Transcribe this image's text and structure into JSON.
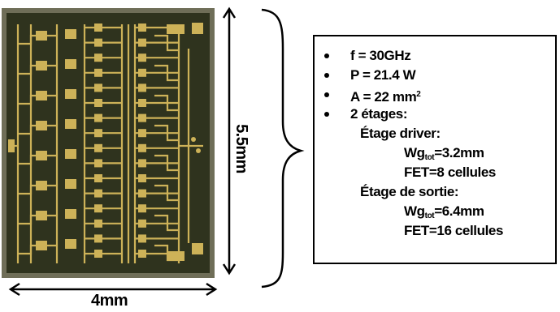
{
  "figure": {
    "width_dimension_label": "4mm",
    "height_dimension_label": "5.5mm"
  },
  "specs": {
    "bullets": [
      {
        "text": "f = 30GHz"
      },
      {
        "text": "P = 21.4 W"
      },
      {
        "text_prefix": "A = 22 mm",
        "superscript": "2"
      },
      {
        "text": "2 étages:"
      }
    ],
    "stages": [
      {
        "title": "Étage driver:",
        "wg_prefix": "Wg",
        "wg_subscript": "tot",
        "wg_value": "=3.2mm",
        "fet": "FET=8 cellules"
      },
      {
        "title": "Étage de sortie:",
        "wg_prefix": "Wg",
        "wg_subscript": "tot",
        "wg_value": "=6.4mm",
        "fet": "FET=16 cellules"
      }
    ]
  },
  "colors": {
    "chip_substrate": "#2f331e",
    "chip_metal": "#cdb258",
    "chip_frame": "#6f6e58",
    "ink": "#000000"
  }
}
